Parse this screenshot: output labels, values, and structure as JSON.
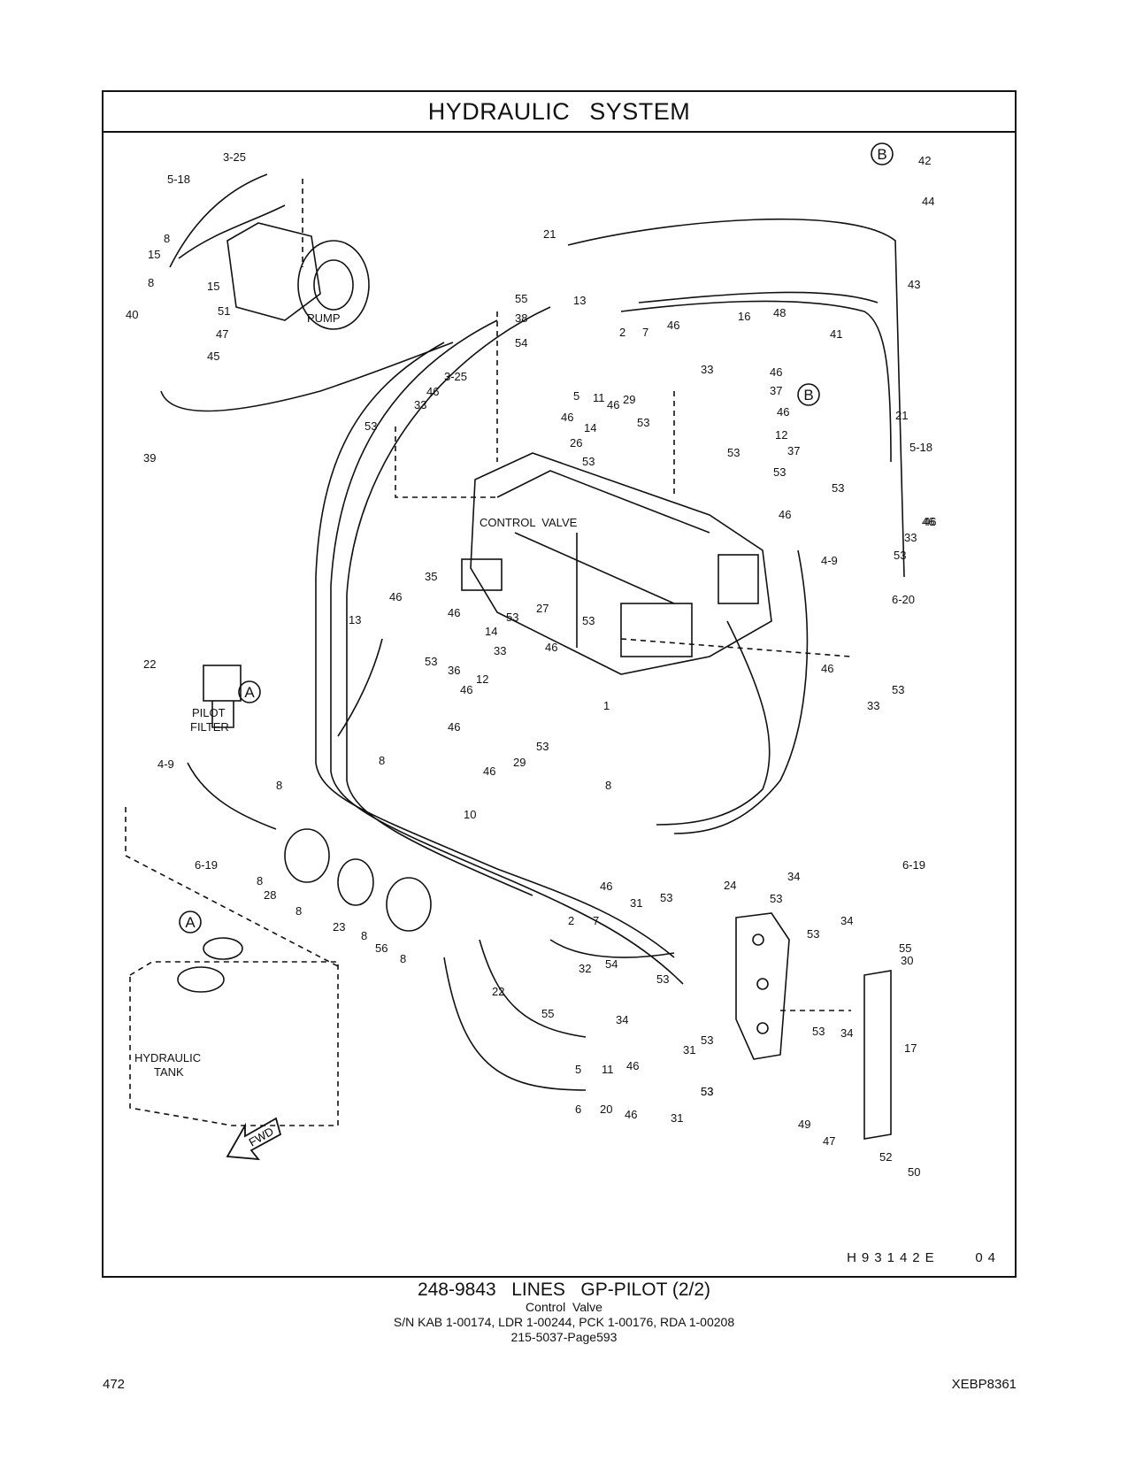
{
  "header": {
    "title": "HYDRAULIC   SYSTEM"
  },
  "diagram": {
    "component_labels": {
      "pump": "PUMP",
      "control_valve": "CONTROL  VALVE",
      "pilot_filter_1": "PILOT",
      "pilot_filter_2": "FILTER",
      "hydraulic_tank_1": "HYDRAULIC",
      "hydraulic_tank_2": "TANK",
      "fwd_arrow": "FWD"
    },
    "view_markers": [
      "A",
      "A",
      "B",
      "B"
    ],
    "drawing_id": "H93142E    04",
    "callouts": [
      "3-25",
      "5-18",
      "8",
      "15",
      "8",
      "15",
      "40",
      "51",
      "47",
      "45",
      "39",
      "3-25",
      "46",
      "33",
      "53",
      "21",
      "55",
      "38",
      "54",
      "13",
      "2",
      "7",
      "46",
      "33",
      "5",
      "11",
      "46",
      "29",
      "53",
      "53",
      "14",
      "46",
      "26",
      "53",
      "16",
      "48",
      "41",
      "46",
      "37",
      "46",
      "53",
      "12",
      "37",
      "53",
      "46",
      "46",
      "42",
      "44",
      "43",
      "21",
      "5-18",
      "46",
      "33",
      "53",
      "4-9",
      "6-20",
      "46",
      "53",
      "33",
      "35",
      "46",
      "46",
      "13",
      "53",
      "27",
      "53",
      "14",
      "33",
      "46",
      "53",
      "36",
      "46",
      "12",
      "46",
      "1",
      "8",
      "10",
      "46",
      "29",
      "53",
      "22",
      "4-9",
      "8",
      "6-19",
      "8",
      "28",
      "8",
      "23",
      "8",
      "56",
      "8",
      "8",
      "6-19",
      "46",
      "2",
      "7",
      "31",
      "53",
      "24",
      "53",
      "34",
      "34",
      "53",
      "30",
      "55",
      "54",
      "22",
      "55",
      "32",
      "53",
      "34",
      "53",
      "53",
      "34",
      "5",
      "11",
      "46",
      "31",
      "53",
      "17",
      "6",
      "20",
      "46",
      "31",
      "53",
      "49",
      "47",
      "52",
      "50"
    ]
  },
  "caption": {
    "main": "248-9843   LINES   GP-PILOT (2/2)",
    "sub": "Control  Valve",
    "serials": "S/N KAB 1-00174, LDR 1-00244, PCK 1-00176, RDA 1-00208",
    "ref": "215-5037-Page593"
  },
  "footer": {
    "page_number": "472",
    "document_id": "XEBP8361"
  }
}
